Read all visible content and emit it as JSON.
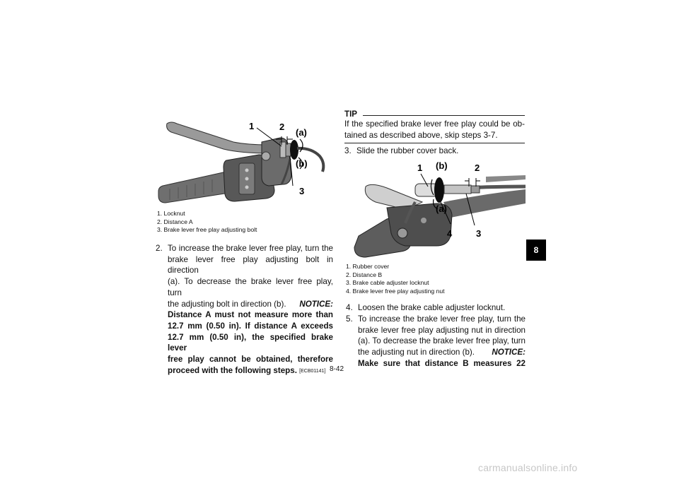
{
  "figure1": {
    "callouts": [
      "1",
      "2",
      "(a)",
      "(b)",
      "3"
    ],
    "captions": [
      "1. Locknut",
      "2. Distance A",
      "3. Brake lever free play adjusting bolt"
    ]
  },
  "step2": {
    "num": "2.",
    "lines": [
      "To increase the brake lever free play, turn the",
      "brake lever free play adjusting bolt in direction",
      "(a). To decrease the brake lever free play, turn",
      "the adjusting bolt in direction (b)."
    ],
    "notice_label": "NOTICE:",
    "notice_lines": [
      "Distance A must not measure more than",
      "12.7 mm (0.50 in). If distance A exceeds",
      "12.7 mm (0.50 in), the specified brake lever",
      "free play cannot be obtained, therefore",
      "proceed with the following steps."
    ],
    "code": "[ECB01141]"
  },
  "tip": {
    "heading": "TIP",
    "lines": [
      "If the specified brake lever free play could be ob-",
      "tained as described above, skip steps 3-7."
    ]
  },
  "step3": {
    "num": "3.",
    "text": "Slide the rubber cover back."
  },
  "figure2": {
    "callouts": [
      "1",
      "(b)",
      "2",
      "(a)",
      "4",
      "3"
    ],
    "captions": [
      "1. Rubber cover",
      "2. Distance B",
      "3. Brake cable adjuster locknut",
      "4. Brake lever free play adjusting nut"
    ]
  },
  "step4": {
    "num": "4.",
    "text": "Loosen the brake cable adjuster locknut."
  },
  "step5": {
    "num": "5.",
    "lines": [
      "To increase the brake lever free play, turn the",
      "brake lever free play adjusting nut in direction",
      "(a). To decrease the brake lever free play, turn",
      "the adjusting nut in direction (b)."
    ],
    "notice_label": "NOTICE:",
    "notice_lines": [
      "Make sure that distance B measures 22"
    ]
  },
  "chapter_tab": "8",
  "page_number": "8-42",
  "watermark": "carmanualsonline.info"
}
